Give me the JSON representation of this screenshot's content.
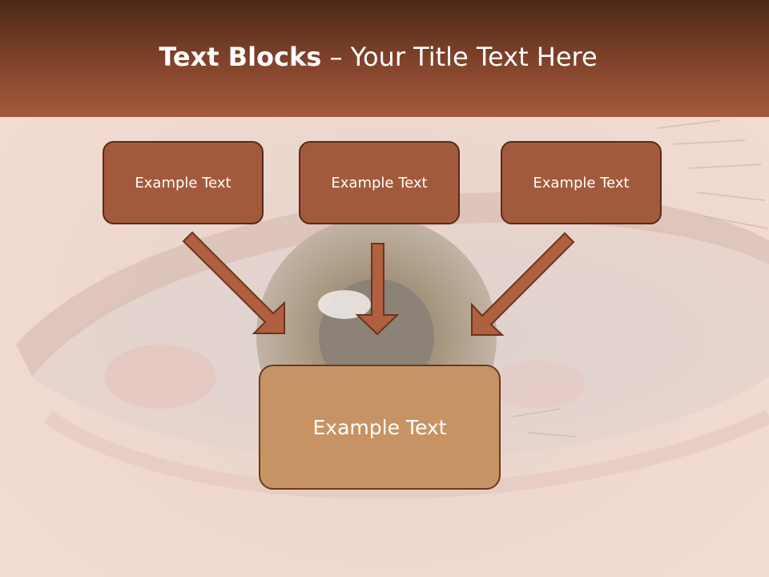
{
  "slide": {
    "title_bold": "Text Blocks",
    "title_separator": " – ",
    "title_rest": "Your Title Text Here"
  },
  "top_boxes": [
    {
      "label": "Example Text"
    },
    {
      "label": "Example Text"
    },
    {
      "label": "Example Text"
    }
  ],
  "bottom_box": {
    "label": "Example Text"
  },
  "colors": {
    "header_dark": "#4a2818",
    "header_light": "#a65a3c",
    "box_fill": "#a35a3c",
    "box_border": "#5a2a17",
    "bottom_box_fill": "#c79364",
    "arrow_fill": "#b0603f"
  }
}
